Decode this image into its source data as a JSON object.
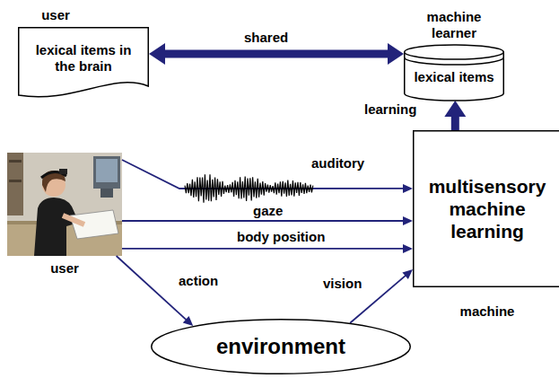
{
  "diagram": {
    "nodes": [
      {
        "text": [
          "user",
          "lexical items in the brain"
        ]
      },
      {
        "text": [
          "machine learner",
          "lexical items"
        ]
      },
      {
        "text": [
          "user"
        ]
      },
      {
        "text": [
          "multisensory machine learning",
          "machine"
        ]
      },
      {
        "text": [
          "environment"
        ]
      }
    ],
    "edges": [
      {
        "from": 0,
        "to": 1,
        "label": "shared",
        "arrow": "both"
      },
      {
        "from": 3,
        "to": 1,
        "label": "learning",
        "arrow": "to"
      },
      {
        "from": 2,
        "to": 3,
        "label": "auditory",
        "arrow": "to"
      },
      {
        "from": 2,
        "to": 3,
        "label": "gaze",
        "arrow": "to"
      },
      {
        "from": 2,
        "to": 3,
        "label": "body position",
        "arrow": "to"
      },
      {
        "from": 2,
        "to": 4,
        "label": "action",
        "arrow": "to"
      },
      {
        "from": 4,
        "to": 3,
        "label": "vision",
        "arrow": "to"
      }
    ]
  }
}
